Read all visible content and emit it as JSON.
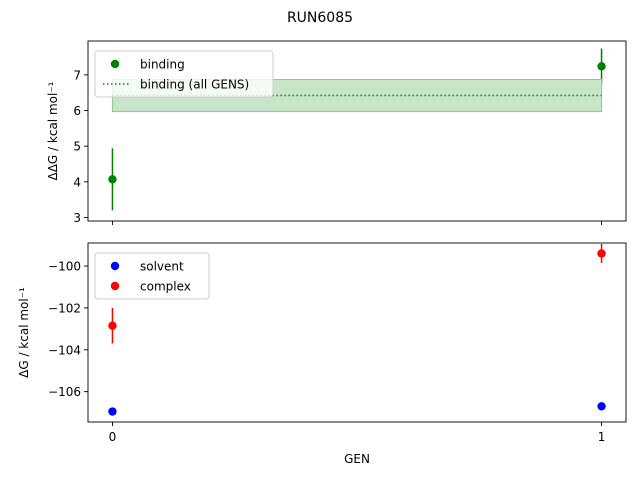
{
  "figure": {
    "suptitle": "RUN6085"
  },
  "chart_data": [
    {
      "type": "scatter",
      "panel": "top",
      "ylabel": "ΔΔG / kcal mol⁻¹",
      "xlabel": "",
      "xlim": [
        -0.05,
        1.05
      ],
      "ylim": [
        2.9,
        7.95
      ],
      "xticks": [
        0,
        1
      ],
      "show_xticklabels": false,
      "yticks": [
        3,
        4,
        5,
        6,
        7
      ],
      "grid": false,
      "legend_position": "upper left",
      "colors": {
        "binding": "#008000",
        "band": "#c9e5c9",
        "band_edge": "#8ec88e"
      },
      "series": [
        {
          "name": "binding",
          "kind": "errorbar",
          "color": "#008000",
          "x": [
            0,
            1
          ],
          "y": [
            4.07,
            7.24
          ],
          "yerr": [
            0.87,
            0.5
          ]
        },
        {
          "name": "binding (all GENS)",
          "kind": "hline-band",
          "color": "#008000",
          "x": [
            0,
            1
          ],
          "y": 6.42,
          "band": [
            5.97,
            6.87
          ]
        }
      ]
    },
    {
      "type": "scatter",
      "panel": "bottom",
      "ylabel": "ΔG / kcal mol⁻¹",
      "xlabel": "GEN",
      "xlim": [
        -0.05,
        1.05
      ],
      "ylim": [
        -107.45,
        -98.9
      ],
      "xticks": [
        0,
        1
      ],
      "xticklabels": [
        "0",
        "1"
      ],
      "yticks": [
        -106,
        -104,
        -102,
        -100
      ],
      "yticklabels": [
        "−106",
        "−104",
        "−102",
        "−100"
      ],
      "grid": false,
      "legend_position": "upper left",
      "series": [
        {
          "name": "solvent",
          "kind": "errorbar",
          "color": "#0000ff",
          "x": [
            0,
            1
          ],
          "y": [
            -106.95,
            -106.7
          ],
          "yerr": [
            0.05,
            0.05
          ]
        },
        {
          "name": "complex",
          "kind": "errorbar",
          "color": "#ff0000",
          "x": [
            0,
            1
          ],
          "y": [
            -102.85,
            -99.4
          ],
          "yerr": [
            0.85,
            0.45
          ]
        }
      ]
    }
  ]
}
